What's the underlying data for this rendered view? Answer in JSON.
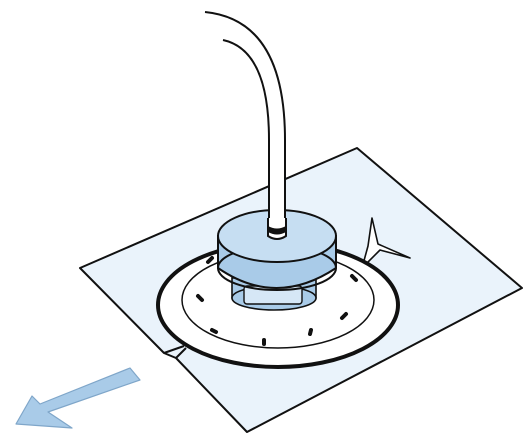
{
  "figure": {
    "kind": "technical-illustration",
    "subject": [
      "tube",
      "cylindrical-connector",
      "circular-base-flange",
      "flat-sheet-with-slit",
      "direction-arrow"
    ],
    "colors": {
      "outline": "#111111",
      "sheet_fill": "#eaf3fb",
      "connector_fill": "#a9cbe8",
      "connector_top": "#c6def2",
      "arrow_fill": "#a9cbe8",
      "tube_fill": "#ffffff"
    }
  }
}
